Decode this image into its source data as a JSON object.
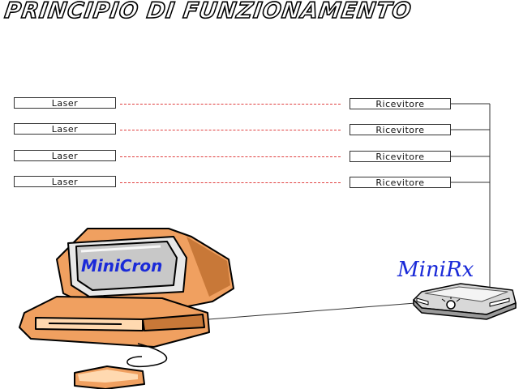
{
  "title": "PRINCIPIO DI FUNZIONAMENTO",
  "lasers": [
    {
      "label": "Laser"
    },
    {
      "label": "Laser"
    },
    {
      "label": "Laser"
    },
    {
      "label": "Laser"
    }
  ],
  "receivers": [
    {
      "label": "Ricevitore"
    },
    {
      "label": "Ricevitore"
    },
    {
      "label": "Ricevitore"
    },
    {
      "label": "Ricevitore"
    }
  ],
  "computer": {
    "label": "MiniCron"
  },
  "device": {
    "label": "MiniRx"
  },
  "colors": {
    "beam": "#e04040",
    "label_blue": "#1a2ad8",
    "computer_orange": "#f0a060",
    "screen_grey": "#c8c8c8"
  }
}
